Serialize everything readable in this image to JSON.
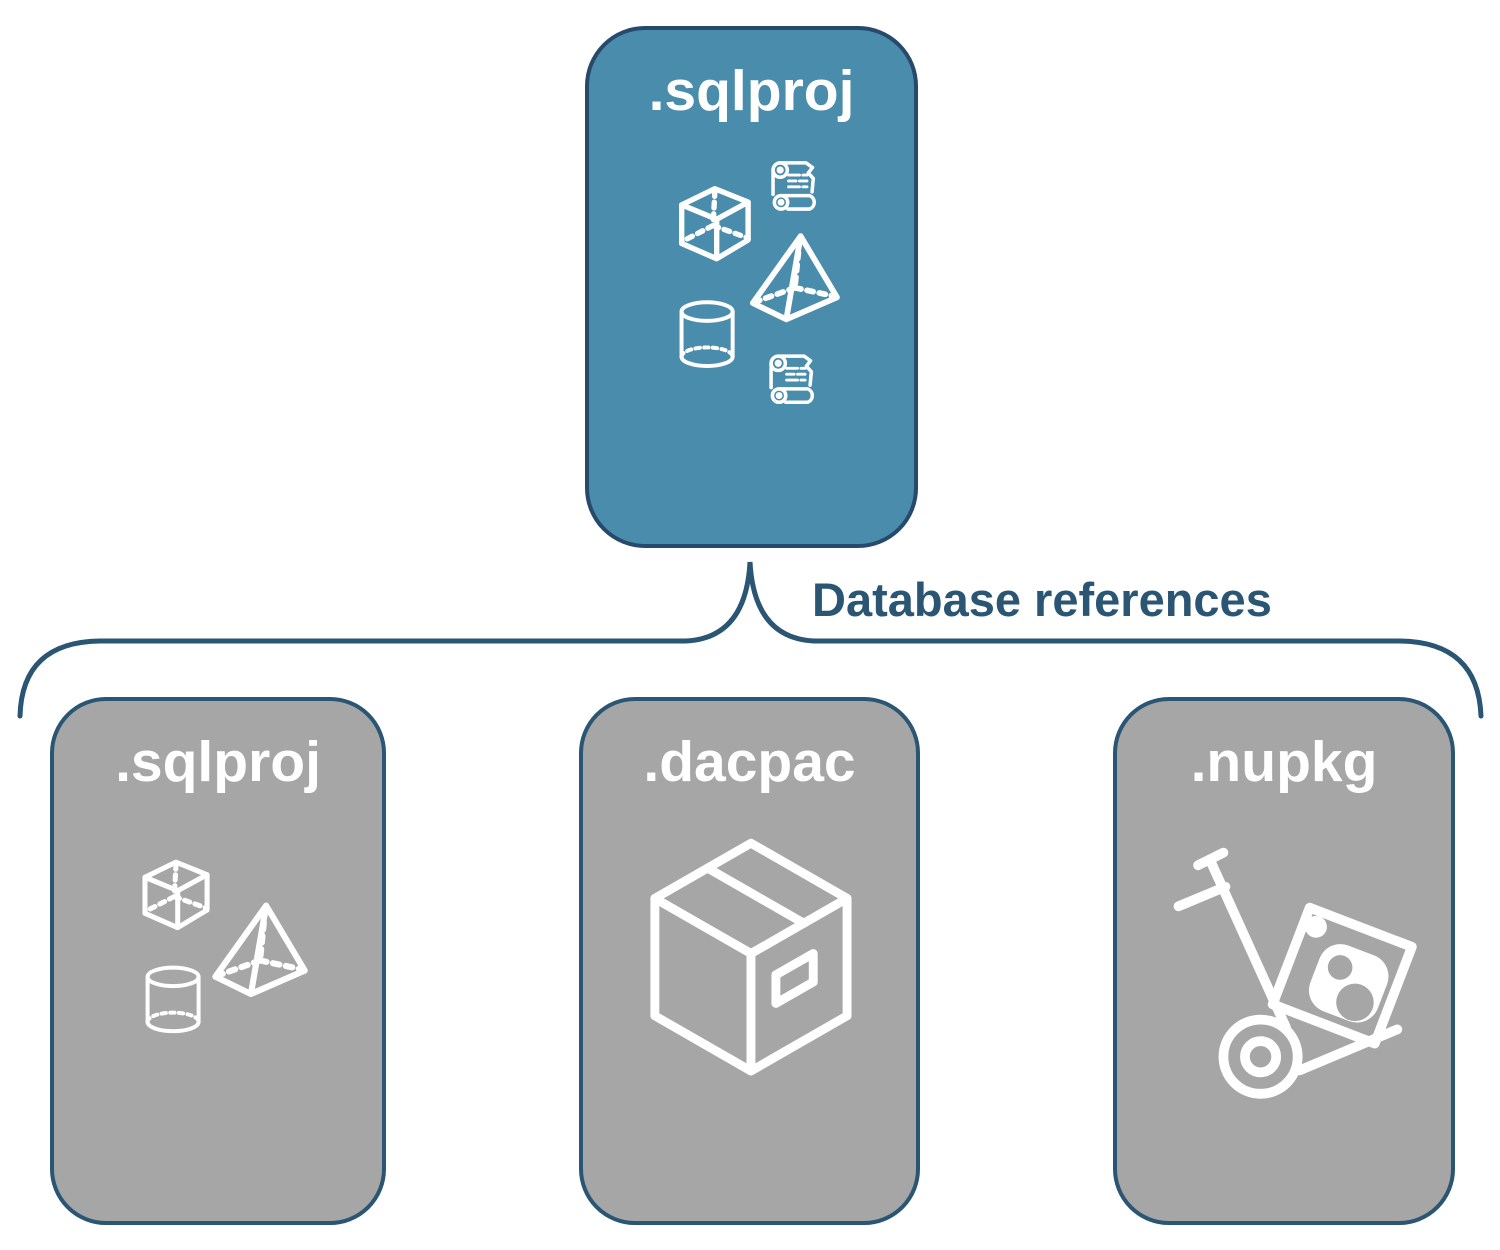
{
  "diagram": {
    "connector_label": "Database references",
    "root": {
      "label": ".sqlproj",
      "icons": [
        "scroll-icon",
        "cube-icon",
        "pyramid-icon",
        "cylinder-icon",
        "scroll-icon"
      ]
    },
    "children": [
      {
        "label": ".sqlproj",
        "icons": [
          "cube-icon",
          "pyramid-icon",
          "cylinder-icon"
        ]
      },
      {
        "label": ".dacpac",
        "icons": [
          "package-box-icon"
        ]
      },
      {
        "label": ".nupkg",
        "icons": [
          "nuget-dolly-icon"
        ]
      }
    ],
    "colors": {
      "root_fill": "#4A8CAC",
      "root_border": "#27496B",
      "child_fill": "#A6A6A6",
      "child_border": "#2A5674",
      "connector": "#2A5674",
      "label_text": "#FFFFFF",
      "icon": "#FFFFFF"
    }
  }
}
